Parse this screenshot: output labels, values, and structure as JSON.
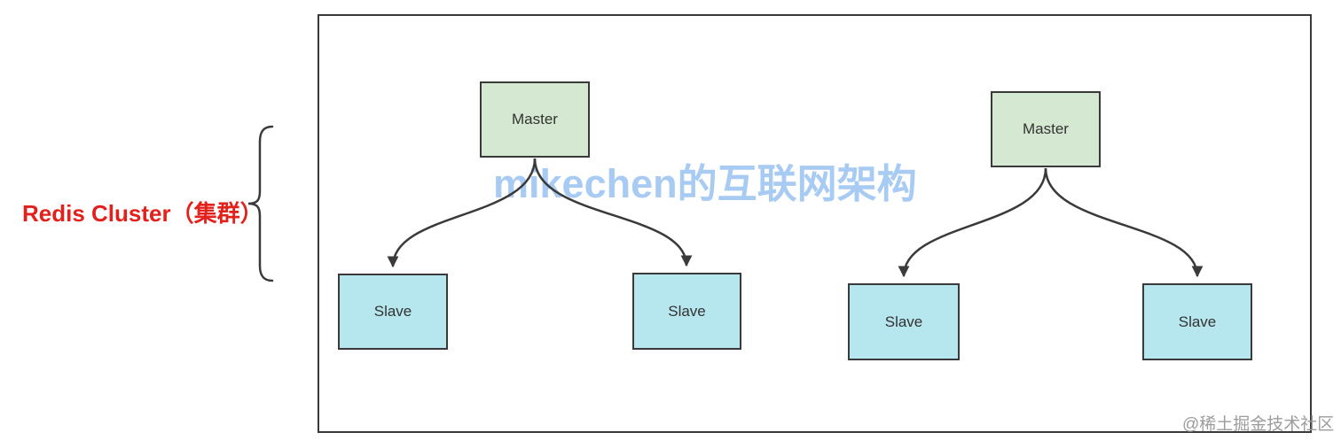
{
  "page": {
    "background_color": "#ffffff"
  },
  "cluster_label": {
    "text": "Redis Cluster（集群）",
    "color": "#e3211c"
  },
  "watermarks": {
    "center": {
      "text": "mikechen的互联网架构",
      "color": "#a8cbf3"
    },
    "corner": {
      "text": "@稀土掘金技术社区",
      "color": "#9c9c9c"
    }
  },
  "diagram": {
    "nodes": [
      {
        "id": "master-1",
        "type": "master",
        "label": "Master"
      },
      {
        "id": "master-2",
        "type": "master",
        "label": "Master"
      },
      {
        "id": "slave-1",
        "type": "slave",
        "label": "Slave"
      },
      {
        "id": "slave-2",
        "type": "slave",
        "label": "Slave"
      },
      {
        "id": "slave-3",
        "type": "slave",
        "label": "Slave"
      },
      {
        "id": "slave-4",
        "type": "slave",
        "label": "Slave"
      }
    ],
    "edges": [
      {
        "from": "master-1",
        "to": "slave-1",
        "arrow": "to"
      },
      {
        "from": "master-1",
        "to": "slave-2",
        "arrow": "to"
      },
      {
        "from": "master-2",
        "to": "slave-3",
        "arrow": "to"
      },
      {
        "from": "master-2",
        "to": "slave-4",
        "arrow": "to"
      }
    ],
    "colors": {
      "master_fill": "#d5e8d2",
      "slave_fill": "#b6e6ee",
      "node_border": "#3a3a3a",
      "arrow_stroke": "#3a3a3a",
      "node_text": "#333333"
    }
  }
}
